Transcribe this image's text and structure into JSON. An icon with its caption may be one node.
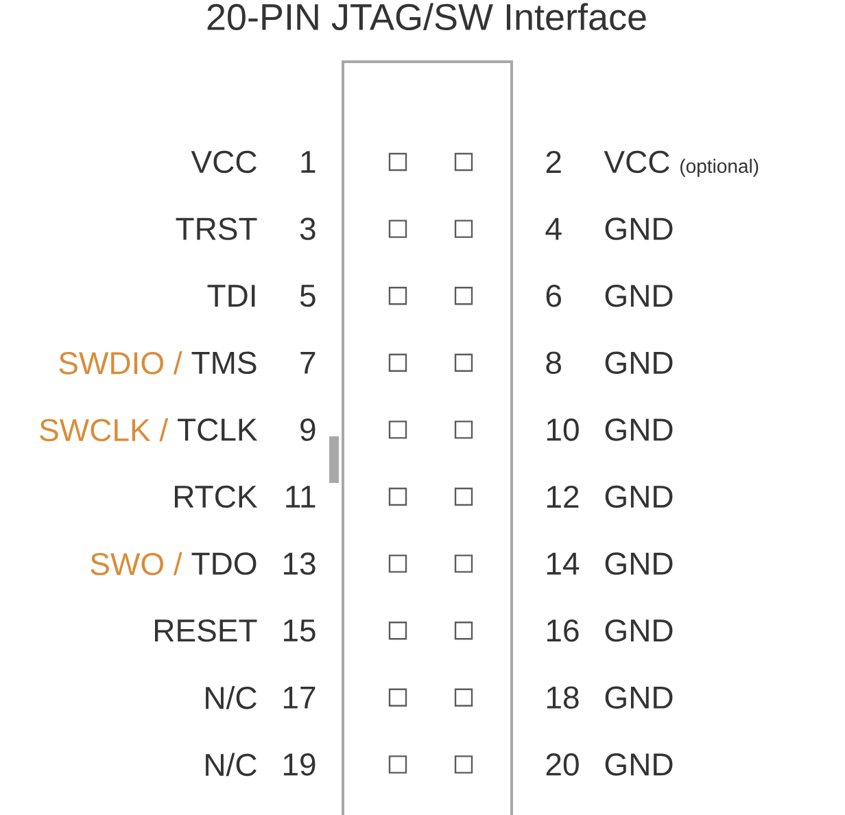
{
  "diagram": {
    "title": "20-PIN JTAG/SW Interface",
    "labels": [
      "VCC",
      "1",
      "2",
      "VCC",
      "(optional)",
      "TRST",
      "3",
      "4",
      "GND",
      "TDI",
      "5",
      "6",
      "GND",
      "SWDIO /",
      "TMS",
      "7",
      "8",
      "GND",
      "SWCLK /",
      "TCLK",
      "9",
      "10",
      "GND",
      "RTCK",
      "11",
      "12",
      "GND",
      "SWO /",
      "TDO",
      "13",
      "14",
      "GND",
      "RESET",
      "15",
      "16",
      "GND",
      "N/C",
      "17",
      "18",
      "GND",
      "N/C",
      "19",
      "20",
      "GND"
    ]
  }
}
